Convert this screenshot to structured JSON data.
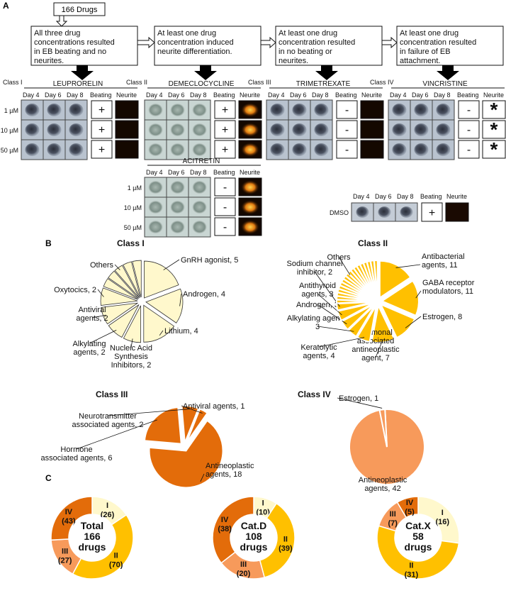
{
  "panel_letters": {
    "a": "A",
    "b": "B",
    "c": "C"
  },
  "colors": {
    "class1": "#FFF8CC",
    "class2": "#FFC000",
    "class3": "#E36C0A",
    "class4": "#F79A5B",
    "stroke": "#1A1A1A"
  },
  "flow": {
    "start_label": "166 Drugs",
    "criteria": [
      "All three drug concentrations resulted in EB beating and no neurites.",
      "At least one drug concentration induced neurite differentiation.",
      "At least one drug concentration resulted in no beating or neurites.",
      "At least one drug concentration resulted in failure of EB attachment."
    ]
  },
  "col_headers": [
    "Day 4",
    "Day 6",
    "Day 8",
    "Beating",
    "Neurite"
  ],
  "concentrations": [
    "1 µM",
    "10 µM",
    "50 µM"
  ],
  "examples": [
    {
      "class_label": "Class I",
      "drug": "LEUPRORELIN",
      "beating": [
        "+",
        "+",
        "+"
      ],
      "neurite": [
        "",
        "",
        ""
      ]
    },
    {
      "class_label": "Class II",
      "drug": "DEMECLOCYCLINE",
      "beating": [
        "+",
        "+",
        "+"
      ],
      "neurite": [
        "",
        "",
        ""
      ]
    },
    {
      "class_label": "Class III",
      "drug": "TRIMETREXATE",
      "beating": [
        "-",
        "-",
        "-"
      ],
      "neurite": [
        "",
        "",
        ""
      ]
    },
    {
      "class_label": "Class IV",
      "drug": "VINCRISTINE",
      "beating": [
        "-",
        "-",
        "-"
      ],
      "neurite": [
        "*",
        "*",
        "*"
      ]
    },
    {
      "class_label": "",
      "drug": "ACITRETIN",
      "beating": [
        "-",
        "-",
        "-"
      ],
      "neurite": [
        "",
        "",
        ""
      ]
    }
  ],
  "dmso": {
    "label": "DMSO",
    "beating": "+"
  },
  "chart_data": [
    {
      "type": "pie",
      "title": "Class I",
      "slices": [
        {
          "label": "GnRH agonist, 5",
          "value": 5
        },
        {
          "label": "Androgen, 4",
          "value": 4
        },
        {
          "label": "Lithium, 4",
          "value": 4
        },
        {
          "label": "Nucleic Acid Synthesis Inhibitors, 2",
          "value": 2
        },
        {
          "label": "Alkylating agents, 2",
          "value": 2
        },
        {
          "label": "Antiviral agents, 2",
          "value": 2
        },
        {
          "label": "Oxytocics, 2",
          "value": 2
        },
        {
          "label": "Others",
          "value": 5
        }
      ]
    },
    {
      "type": "pie",
      "title": "Class II",
      "slices": [
        {
          "label": "Antibacterial agents, 11",
          "value": 11
        },
        {
          "label": "GABA receptor modulators, 11",
          "value": 11
        },
        {
          "label": "Estrogen, 8",
          "value": 8
        },
        {
          "label": "Hormonal associated antineoplastic agent, 7",
          "value": 7
        },
        {
          "label": "Keratolytic agents, 4",
          "value": 4
        },
        {
          "label": "Alkylating agents, 3",
          "value": 3
        },
        {
          "label": "Androgen, 3",
          "value": 3
        },
        {
          "label": "Antithyroid agents, 3",
          "value": 3
        },
        {
          "label": "Sodium channel inhibitor, 2",
          "value": 2
        },
        {
          "label": "Others",
          "value": 18
        }
      ]
    },
    {
      "type": "pie",
      "title": "Class III",
      "slices": [
        {
          "label": "Antineoplastic agents, 18",
          "value": 18
        },
        {
          "label": "Hormone associated agents, 6",
          "value": 6
        },
        {
          "label": "Neurotransmitter associated agents, 2",
          "value": 2
        },
        {
          "label": "Antiviral agents, 1",
          "value": 1
        }
      ]
    },
    {
      "type": "pie",
      "title": "Class IV",
      "slices": [
        {
          "label": "Antineoplastic agents, 42",
          "value": 42
        },
        {
          "label": "Estrogen, 1",
          "value": 1
        }
      ]
    }
  ],
  "donuts": [
    {
      "center": [
        "Total",
        "166",
        "drugs"
      ],
      "slices": [
        {
          "class": "I",
          "value": 26,
          "label": "(26)"
        },
        {
          "class": "II",
          "value": 70,
          "label": "(70)"
        },
        {
          "class": "III",
          "value": 27,
          "label": "(27)"
        },
        {
          "class": "IV",
          "value": 43,
          "label": "(43)"
        }
      ]
    },
    {
      "center": [
        "Cat.D",
        "108",
        "drugs"
      ],
      "slices": [
        {
          "class": "I",
          "value": 10,
          "label": "(10)"
        },
        {
          "class": "II",
          "value": 39,
          "label": "(39)"
        },
        {
          "class": "III",
          "value": 20,
          "label": "(20)"
        },
        {
          "class": "IV",
          "value": 38,
          "label": "(38)"
        }
      ]
    },
    {
      "center": [
        "Cat.X",
        "58",
        "drugs"
      ],
      "slices": [
        {
          "class": "I",
          "value": 16,
          "label": "(16)"
        },
        {
          "class": "II",
          "value": 31,
          "label": "(31)"
        },
        {
          "class": "III",
          "value": 7,
          "label": "(7)"
        },
        {
          "class": "IV",
          "value": 5,
          "label": "(5)"
        }
      ]
    }
  ]
}
